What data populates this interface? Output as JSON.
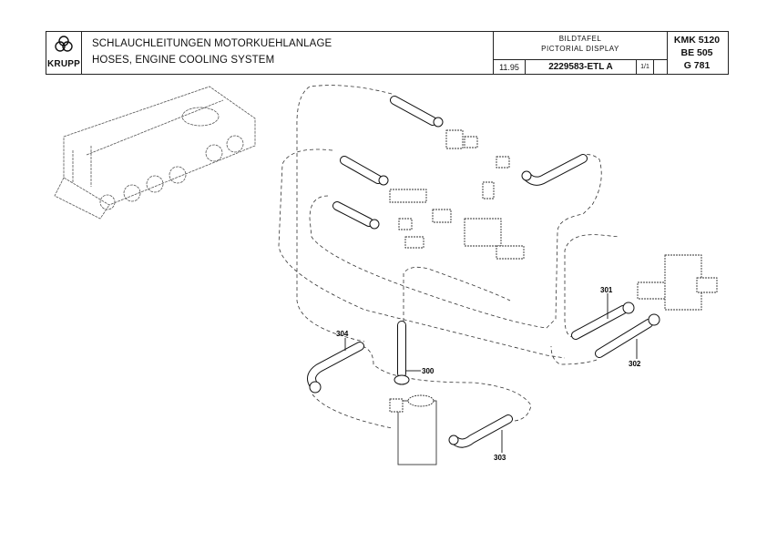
{
  "header": {
    "brand": "KRUPP",
    "title_de": "SCHLAUCHLEITUNGEN MOTORKUEHLANLAGE",
    "title_en": "HOSES, ENGINE COOLING SYSTEM",
    "display_de": "BILDTAFEL",
    "display_en": "PICTORIAL DISPLAY",
    "date": "11.95",
    "doc_number": "2229583-ETL A",
    "sheet": "1/1",
    "model": "KMK 5120",
    "be": "BE 505",
    "g": "G 781"
  },
  "diagram": {
    "callouts": [
      "300",
      "301",
      "302",
      "303",
      "304"
    ]
  }
}
